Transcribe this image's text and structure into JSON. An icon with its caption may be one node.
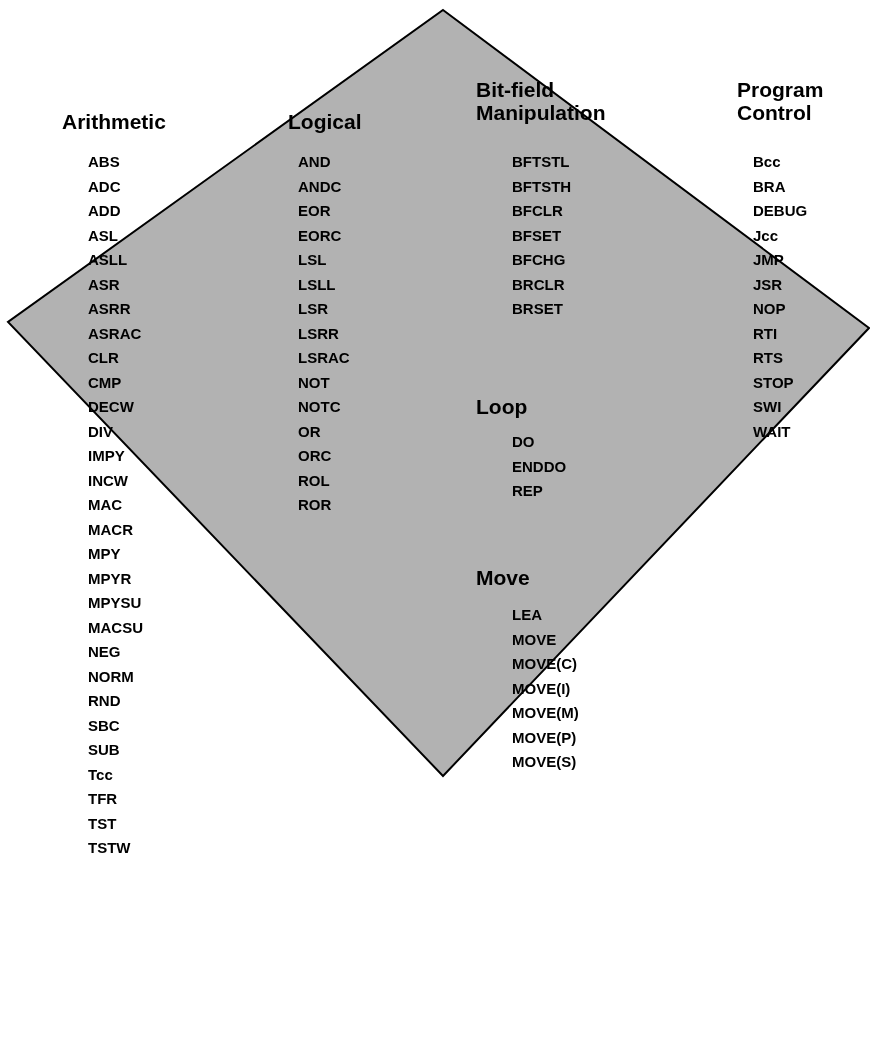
{
  "diagram": {
    "labels": [
      "Arithmetic",
      "ABS",
      "ADC",
      "ADD",
      "ASL",
      "ASLL",
      "ASR",
      "ASRR",
      "ASRAC",
      "CLR",
      "CMP",
      "DECW",
      "DIV",
      "IMPY",
      "INCW",
      "MAC",
      "MACR",
      "MPY",
      "MPYR",
      "MPYSU",
      "MACSU",
      "NEG",
      "NORM",
      "RND",
      "SBC",
      "SUB",
      "Tcc",
      "TFR",
      "TST",
      "TSTW",
      "Logical",
      "AND",
      "ANDC",
      "EOR",
      "EORC",
      "LSL",
      "LSLL",
      "LSR",
      "LSRR",
      "LSRAC",
      "NOT",
      "NOTC",
      "OR",
      "ORC",
      "ROL",
      "ROR",
      "Bit-field Manipulation",
      "BFTSTL",
      "BFTSTH",
      "BFCLR",
      "BFSET",
      "BFCHG",
      "BRCLR",
      "BRSET",
      "Loop",
      "DO",
      "ENDDO",
      "REP",
      "Move",
      "LEA",
      "MOVE",
      "MOVE(C)",
      "MOVE(I)",
      "MOVE(M)",
      "MOVE(P)",
      "MOVE(S)",
      "Program Control",
      "Bcc",
      "BRA",
      "DEBUG",
      "Jcc",
      "JMP",
      "JSR",
      "NOP",
      "RTI",
      "RTS",
      "STOP",
      "SWI",
      "WAIT"
    ]
  }
}
